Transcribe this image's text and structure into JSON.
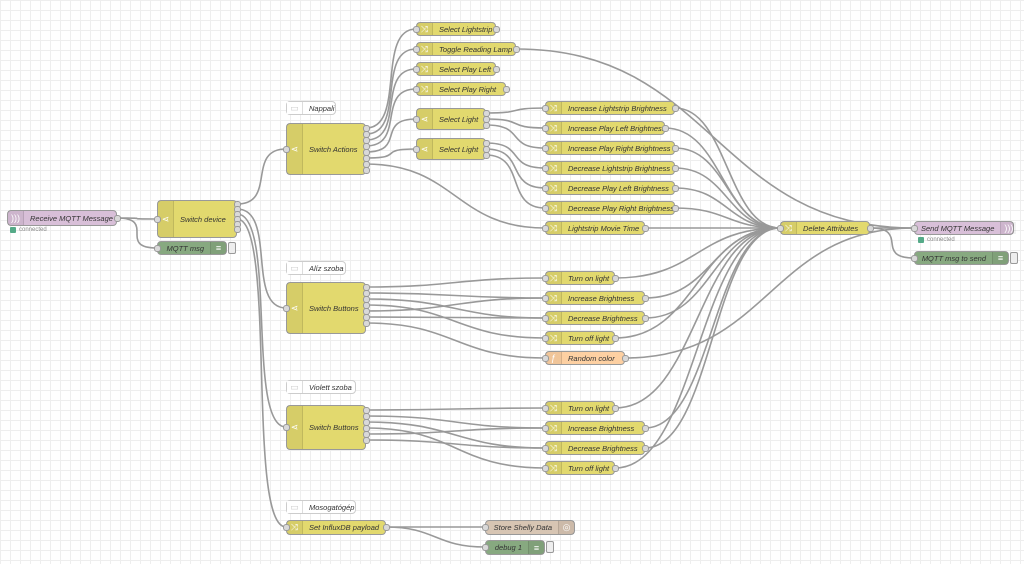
{
  "nodes": {
    "receive_mqtt": {
      "label": "Receive MQTT Message",
      "status": "connected",
      "icon": "bridge-icon"
    },
    "mqtt_msg": {
      "label": "MQTT msg",
      "icon": "debug-icon"
    },
    "switch_device": {
      "label": "Switch device",
      "icon": "switch-icon"
    },
    "comment_nappali": {
      "label": "Nappali"
    },
    "switch_actions": {
      "label": "Switch Actions"
    },
    "select_lightstrip": {
      "label": "Select Lightstrip"
    },
    "toggle_reading_lamp": {
      "label": "Toggle Reading Lamp"
    },
    "select_play_left": {
      "label": "Select Play Left"
    },
    "select_play_right": {
      "label": "Select Play Right"
    },
    "select_light_1": {
      "label": "Select Light"
    },
    "select_light_2": {
      "label": "Select Light"
    },
    "inc_lightstrip": {
      "label": "Increase Lightstrip Brightness"
    },
    "inc_play_left": {
      "label": "Increase Play Left Brightness"
    },
    "inc_play_right": {
      "label": "Increase Play Right Brightness"
    },
    "dec_lightstrip": {
      "label": "Decrease Lightstrip Brightness"
    },
    "dec_play_left": {
      "label": "Decrease Play Left Brightness"
    },
    "dec_play_right": {
      "label": "Decrease Play Right Brightness"
    },
    "lightstrip_movie": {
      "label": "Lightstrip Movie Time"
    },
    "delete_attributes": {
      "label": "Delete Attributes"
    },
    "send_mqtt": {
      "label": "Send MQTT Message",
      "status": "connected"
    },
    "mqtt_msg_to_send": {
      "label": "MQTT msg to send"
    },
    "comment_aliz": {
      "label": "Alíz szoba"
    },
    "switch_buttons_1": {
      "label": "Switch Buttons"
    },
    "a_turn_on": {
      "label": "Turn on light"
    },
    "a_inc": {
      "label": "Increase Brightness"
    },
    "a_dec": {
      "label": "Decrease Brightness"
    },
    "a_turn_off": {
      "label": "Turn off light"
    },
    "random_color": {
      "label": "Random color"
    },
    "comment_violett": {
      "label": "Violett szoba"
    },
    "switch_buttons_2": {
      "label": "Switch Buttons"
    },
    "v_turn_on": {
      "label": "Turn on light"
    },
    "v_inc": {
      "label": "Increase Brightness"
    },
    "v_dec": {
      "label": "Decrease Brightness"
    },
    "v_turn_off": {
      "label": "Turn off light"
    },
    "comment_moso": {
      "label": "Mosogatógép"
    },
    "set_influx": {
      "label": "Set InfluxDB payload"
    },
    "store_shelly": {
      "label": "Store Shelly Data"
    },
    "debug1": {
      "label": "debug 1"
    }
  },
  "colors": {
    "change": "#e2d96e",
    "mqtt": "#d8bfd8",
    "debug": "#87a980",
    "function": "#fdd0a2",
    "influx": "#d7c5b3",
    "connected": "#5a8",
    "wire": "#999999"
  }
}
